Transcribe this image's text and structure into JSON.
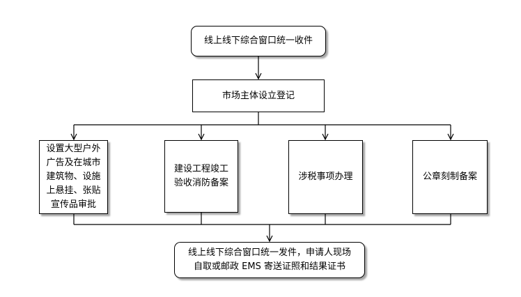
{
  "nodes": {
    "receive": "线上线下综合窗口统一收件",
    "register": "市场主体设立登记",
    "outdoor_ad": "设置大型户外\n广告及在城市\n建筑物、设施\n上悬挂、张贴\n宣传品审批",
    "fire": "建设工程竣工\n验收消防备案",
    "tax": "涉税事项办理",
    "seal": "公章刻制备案",
    "deliver": "线上线下综合窗口统一发件，申请人现场\n自取或邮政 EMS 寄送证照和结果证书"
  }
}
